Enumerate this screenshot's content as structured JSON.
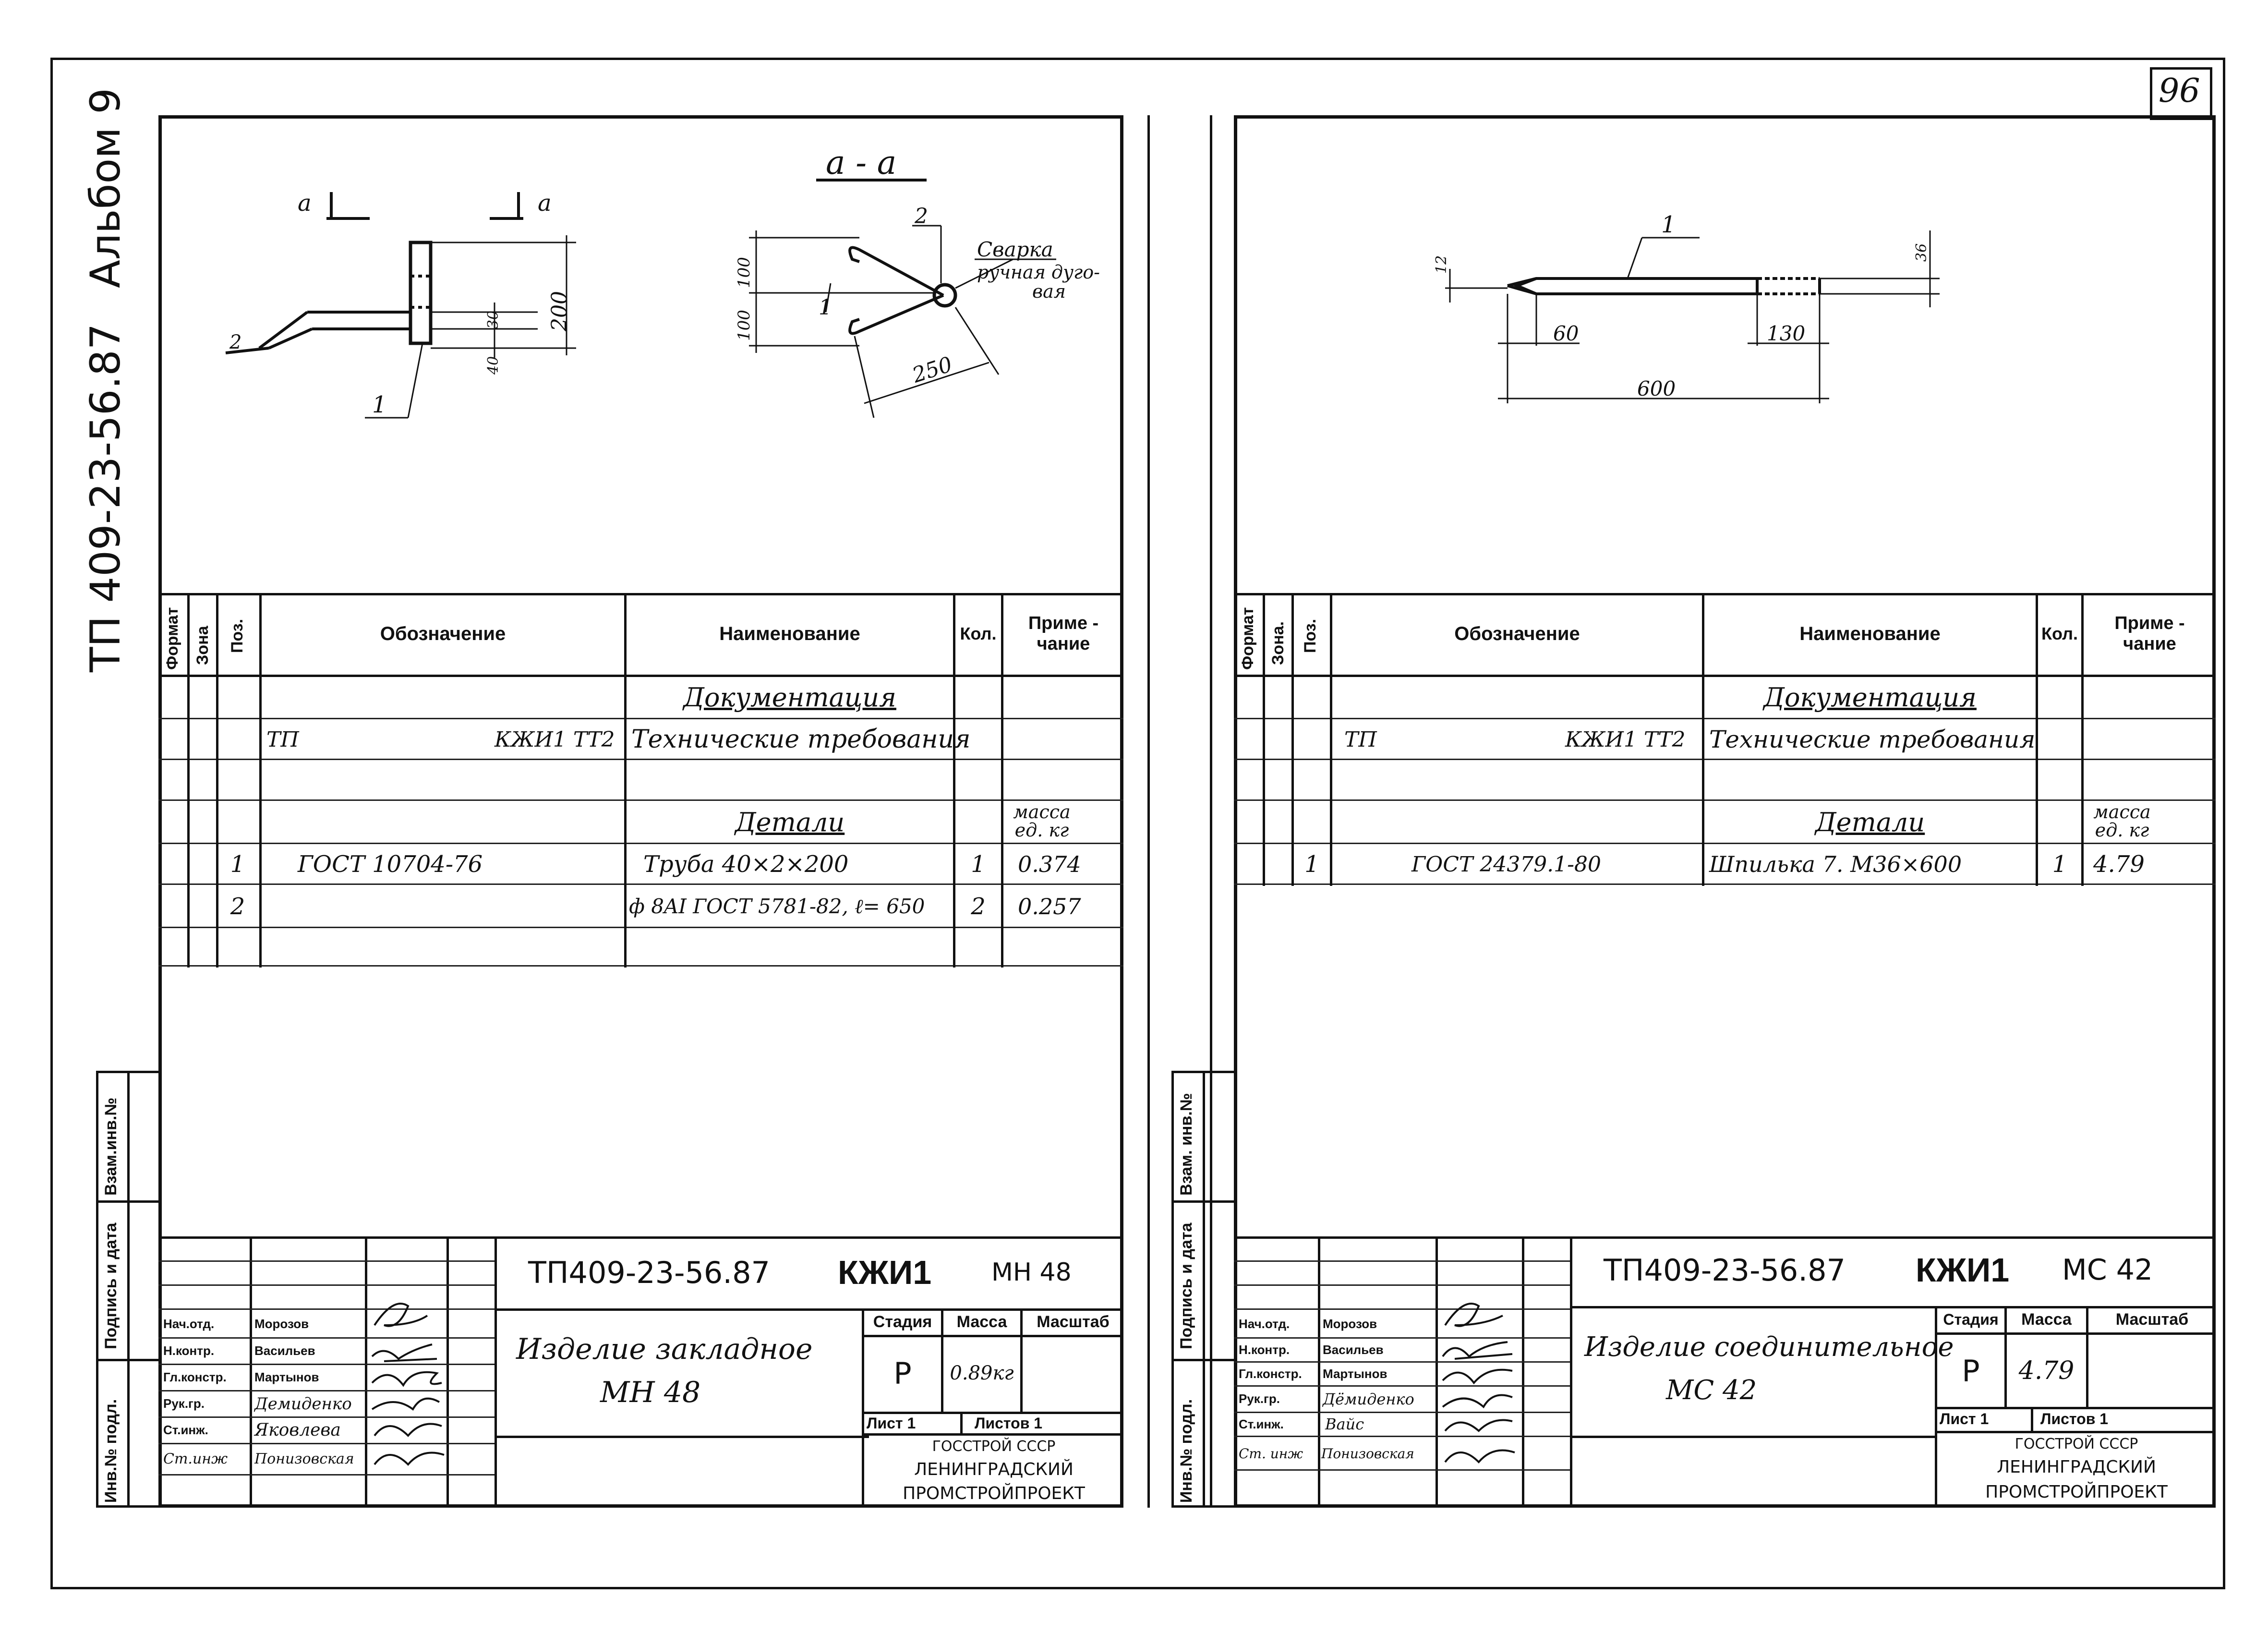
{
  "page_number": "96",
  "album_label": "Альбом 9",
  "doc_code_side": "ТП 409-23-56.87",
  "left_sheet": {
    "section_label": "а - а",
    "cut_label_a": "а",
    "dims": {
      "d200": "200",
      "d30": "30",
      "d40": "40",
      "d100a": "100",
      "d100b": "100",
      "d250": "250"
    },
    "item_labels": {
      "p1": "1",
      "p2": "2",
      "p2b": "2",
      "p1b": "1"
    },
    "weld_note": [
      "Сварка",
      "ручная дуго-",
      "вая"
    ],
    "spec": {
      "headers": {
        "format": "Формат",
        "zone": "Зона",
        "pos": "Поз.",
        "designation": "Обозначение",
        "name": "Наименование",
        "qty": "Кол.",
        "note": "Приме - чание"
      },
      "doc_section": "Документация",
      "doc_row": {
        "designation_left": "ТП",
        "designation_right": "КЖИ1 ТТ2",
        "name": "Технические требования"
      },
      "parts_section": "Детали",
      "mass_note": "масса ед. кг",
      "rows": [
        {
          "pos": "1",
          "designation": "ГОСТ 10704-76",
          "name": "Труба 40×2×200",
          "qty": "1",
          "note": "0.374"
        },
        {
          "pos": "2",
          "designation": "",
          "name": "ф 8AI ГОСТ 5781-82, ℓ= 650",
          "qty": "2",
          "note": "0.257"
        }
      ]
    },
    "stamp": {
      "code": "ТП409-23-56.87",
      "mark": "КЖИ1",
      "item": "МН 48",
      "title_line1": "Изделие закладное",
      "title_line2": "МН 48",
      "stage_label": "Стадия",
      "mass_label": "Масса",
      "scale_label": "Масштаб",
      "stage": "Р",
      "mass": "0.89кг",
      "sheet_label": "Лист 1",
      "sheets_label": "Листов 1",
      "org_line1": "ГОССТРОЙ СССР",
      "org_line2": "ЛЕНИНГРАДСКИЙ",
      "org_line3": "ПРОМСТРОЙПРОЕКТ",
      "people": [
        {
          "role": "Нач.отд.",
          "name": "Морозов"
        },
        {
          "role": "Н.контр.",
          "name": "Васильев"
        },
        {
          "role": "Гл.констр.",
          "name": "Мартынов"
        },
        {
          "role": "Рук.гр.",
          "name": "Демиденко"
        },
        {
          "role": "Ст.инж.",
          "name": "Яковлева"
        },
        {
          "role": "Ст.инж",
          "name": "Понизовская"
        }
      ]
    },
    "side_labels": [
      "Инв.№ подл.",
      "Подпись и дата",
      "Взам.инв.№"
    ]
  },
  "right_sheet": {
    "dims": {
      "d12": "12",
      "d36": "36",
      "d60": "60",
      "d130": "130",
      "d600": "600"
    },
    "item_label": "1",
    "spec": {
      "headers": {
        "format": "Формат",
        "zone": "Зона.",
        "pos": "Поз.",
        "designation": "Обозначение",
        "name": "Наименование",
        "qty": "Кол.",
        "note": "Приме - чание"
      },
      "doc_section": "Документация",
      "doc_row": {
        "designation_left": "ТП",
        "designation_right": "КЖИ1 ТТ2",
        "name": "Технические требования"
      },
      "parts_section": "Детали",
      "mass_note": "масса ед. кг",
      "rows": [
        {
          "pos": "1",
          "designation": "ГОСТ 24379.1-80",
          "name": "Шпилька 7. М36×600",
          "qty": "1",
          "note": "4.79"
        }
      ]
    },
    "stamp": {
      "code": "ТП409-23-56.87",
      "mark": "КЖИ1",
      "item": "МС 42",
      "title_line1": "Изделие соединительное",
      "title_line2": "МС 42",
      "stage_label": "Стадия",
      "mass_label": "Масса",
      "scale_label": "Масштаб",
      "stage": "Р",
      "mass": "4.79",
      "sheet_label": "Лист 1",
      "sheets_label": "Листов 1",
      "org_line1": "ГОССТРОЙ СССР",
      "org_line2": "ЛЕНИНГРАДСКИЙ",
      "org_line3": "ПРОМСТРОЙПРОЕКТ",
      "people": [
        {
          "role": "Нач.отд.",
          "name": "Морозов"
        },
        {
          "role": "Н.контр.",
          "name": "Васильев"
        },
        {
          "role": "Гл.констр.",
          "name": "Мартынов"
        },
        {
          "role": "Рук.гр.",
          "name": "Дёмиденко"
        },
        {
          "role": "Ст.инж.",
          "name": "Вайс"
        },
        {
          "role": "Ст. инж",
          "name": "Понизовская"
        }
      ]
    },
    "side_labels": [
      "Инв.№ подл.",
      "Подпись и дата",
      "Взам. инв.№"
    ]
  }
}
